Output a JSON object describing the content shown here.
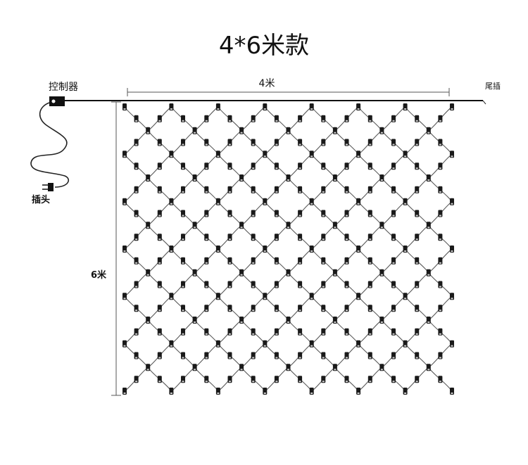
{
  "title": "4*6米款",
  "controller_label": "控制器",
  "width_label": "4米",
  "tail_plug_label": "尾插",
  "plug_label": "插头",
  "height_label": "6米",
  "colors": {
    "wire": "#5a5a5a",
    "line": "#111111",
    "bulb": "#1a1a1a",
    "dim": "#555555"
  }
}
